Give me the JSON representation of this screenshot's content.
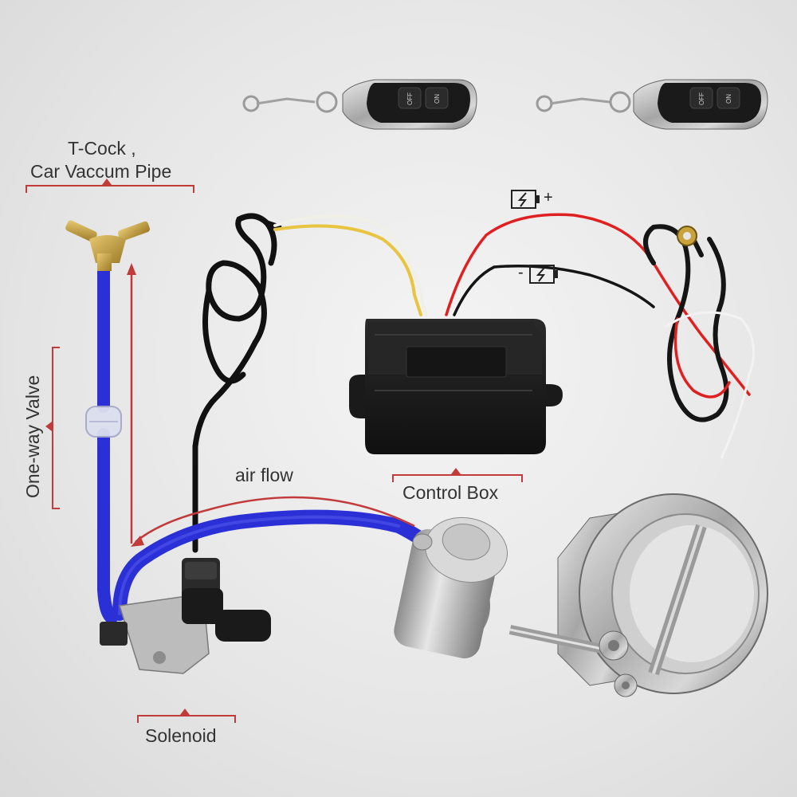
{
  "labels": {
    "t_cock_line1": "T-Cock ,",
    "t_cock_line2": "Car Vaccum Pipe",
    "one_way_valve": "One-way Valve",
    "air_flow": "air flow",
    "control_box": "Control Box",
    "solenoid": "Solenoid",
    "battery_pos_sign": "+",
    "battery_neg_sign": "-"
  },
  "remotes": {
    "button_off": "OFF",
    "button_on": "ON"
  },
  "colors": {
    "annotation": "#c23b3b",
    "vacuum_hose": "#2b2fd6",
    "wire_red": "#e02020",
    "wire_yellow": "#e8c440",
    "steel": "#a9a9a9",
    "box": "#1a1a1a"
  },
  "icons": [
    "battery-positive-icon",
    "battery-negative-icon",
    "key-fob-remote-icon"
  ]
}
